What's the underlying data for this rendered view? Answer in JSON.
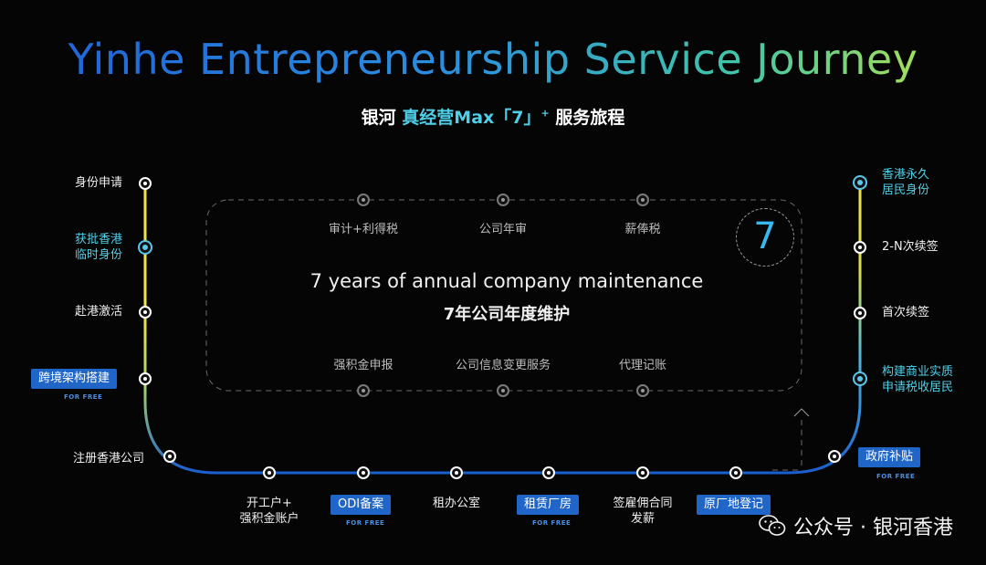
{
  "title": "Yinhe Entrepreneurship Service Journey",
  "subtitle": {
    "prefix": "银河",
    "highlight": "真经营Max「7」",
    "sup": "+",
    "suffix": "服务旅程"
  },
  "left_steps": [
    {
      "label": "身份申请"
    },
    {
      "label_line1": "获批香港",
      "label_line2": "临时身份"
    },
    {
      "label": "赴港激活"
    },
    {
      "label": "跨境架构搭建",
      "badge": "FOR FREE"
    }
  ],
  "bottom_steps": [
    {
      "label": "注册香港公司"
    },
    {
      "label_line1": "开工户+",
      "label_line2": "强积金账户"
    },
    {
      "label": "ODI备案",
      "badge": "FOR FREE"
    },
    {
      "label": "租办公室"
    },
    {
      "label": "租赁厂房",
      "badge": "FOR FREE"
    },
    {
      "label_line1": "签雇佣合同",
      "label_line2": "发薪"
    },
    {
      "label": "原厂地登记"
    },
    {
      "label": "政府补贴",
      "badge": "FOR FREE"
    }
  ],
  "right_steps": [
    {
      "label_line1": "香港永久",
      "label_line2": "居民身份"
    },
    {
      "label": "2-N次续签"
    },
    {
      "label": "首次续签"
    },
    {
      "label_line1": "构建商业实质",
      "label_line2": "申请税收居民"
    }
  ],
  "maintenance": {
    "top": [
      "审计+利得税",
      "公司年审",
      "薪俸税"
    ],
    "bottom": [
      "强积金申报",
      "公司信息变更服务",
      "代理记账"
    ],
    "title_en": "7 years of annual company maintenance",
    "title_cn": "7年公司年度维护",
    "badge": "7"
  },
  "watermark": {
    "text": "公众号 · 银河香港"
  },
  "colors": {
    "accent_blue": "#1f66c8",
    "accent_cyan": "#4fd0e8",
    "line_yellow": "#e8e04a",
    "line_blue": "#1a5fd0"
  }
}
